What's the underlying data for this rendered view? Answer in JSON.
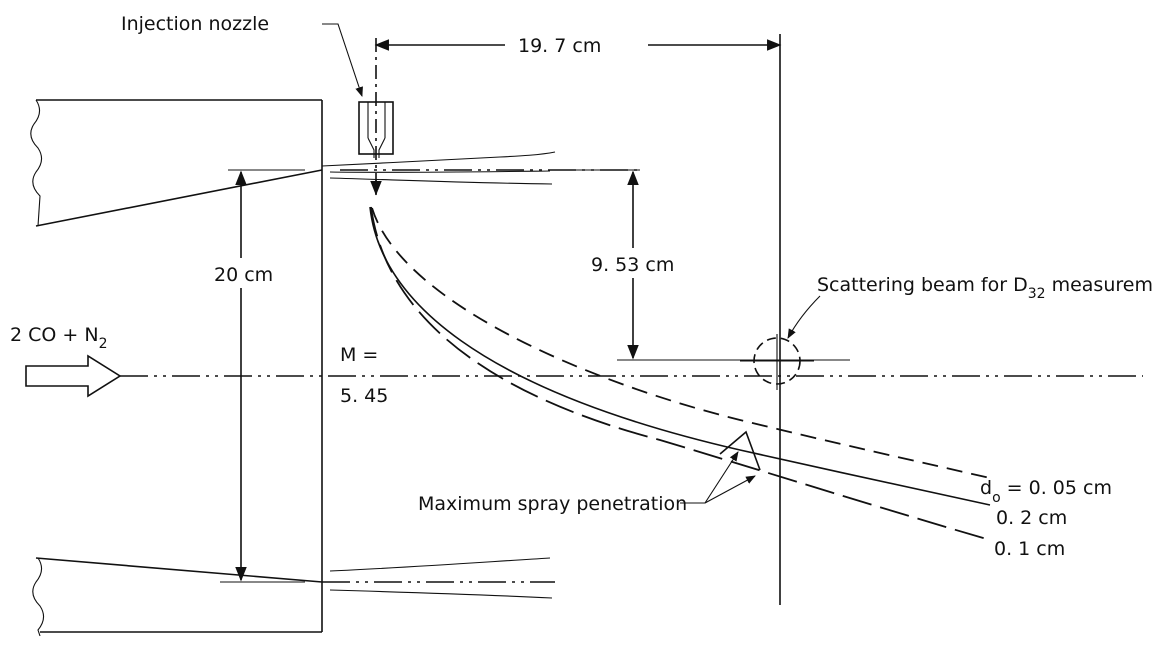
{
  "labels": {
    "injection_nozzle": "Injection nozzle",
    "distance_19_7": "19. 7 cm",
    "distance_9_53": "9. 53 cm",
    "scattering_beam": "Scattering beam for D",
    "scattering_beam_sub": "32",
    "scattering_beam_tail": " measurements",
    "flow_mixture": "2 CO + N",
    "flow_mixture_sub": "2",
    "height_20": "20 cm",
    "mach_label": "M =",
    "mach_value": "5. 45",
    "max_penetration": "Maximum spray penetration",
    "d0_prefix": "d",
    "d0_sub": "o",
    "d0_first": " = 0. 05 cm",
    "d0_second": "0. 2 cm",
    "d0_third": "0. 1 cm"
  }
}
